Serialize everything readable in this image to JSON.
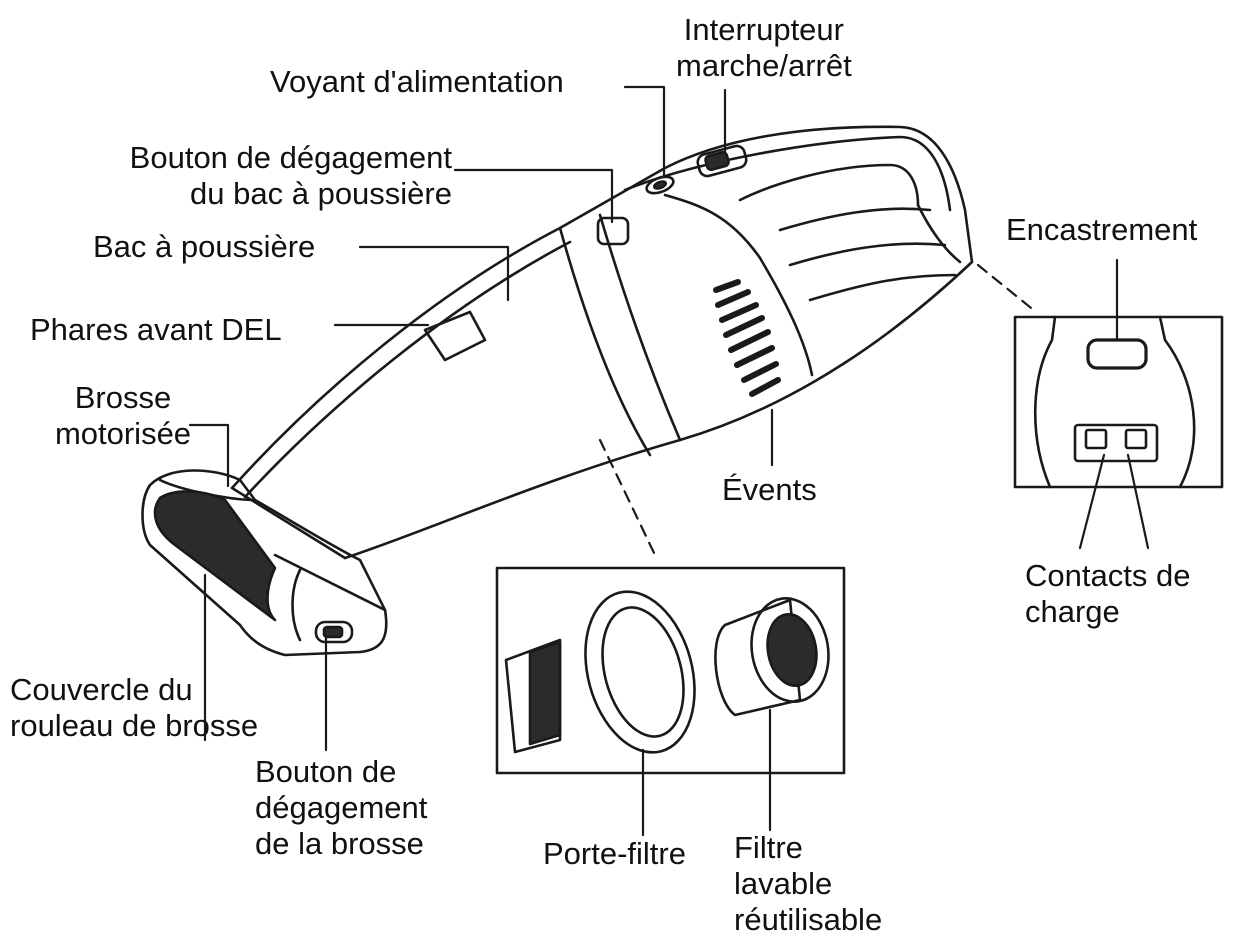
{
  "labels": {
    "power_switch": [
      "Interrupteur",
      "marche/arrêt"
    ],
    "power_indicator": "Voyant d'alimentation",
    "dust_bin_release": [
      "Bouton de dégagement",
      "du bac à poussière"
    ],
    "dust_bin": "Bac à poussière",
    "led_headlights": "Phares avant DEL",
    "motorized_brush": [
      "Brosse",
      "motorisée"
    ],
    "brush_roll_cover": [
      "Couvercle du",
      "rouleau de brosse"
    ],
    "brush_release": [
      "Bouton de",
      "dégagement",
      "de la brosse"
    ],
    "filter_holder": "Porte-filtre",
    "washable_filter": [
      "Filtre",
      "lavable",
      "réutilisable"
    ],
    "vents": "Évents",
    "recess": "Encastrement",
    "charging_contacts": [
      "Contacts de",
      "charge"
    ]
  },
  "colors": {
    "line": "#1a1a1a",
    "dark_fill": "#2b2b2b",
    "background": "#ffffff"
  }
}
